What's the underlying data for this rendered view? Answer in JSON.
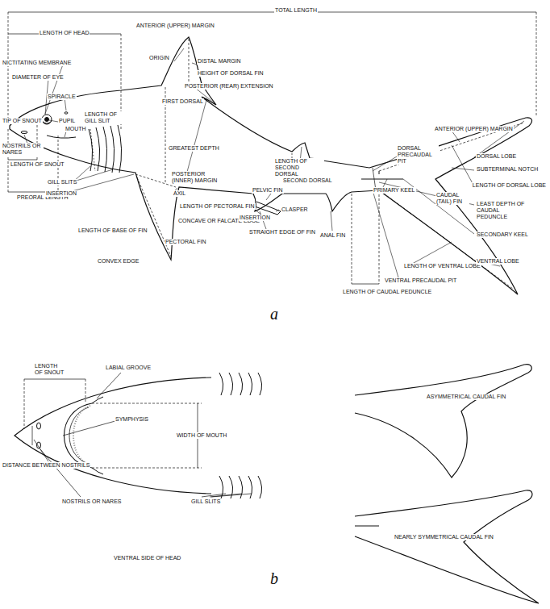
{
  "diagram": {
    "labels": [
      "TOTAL LENGTH",
      "LENGTH OF HEAD",
      "ANTERIOR (UPPER) MARGIN",
      "DISTAL MARGIN",
      "HEIGHT OF DORSAL FIN",
      "ORIGIN",
      "POSTERIOR (REAR) EXTENSION",
      "FIRST DORSAL",
      "NICTITATING MEMBRANE",
      "DIAMETER OF EYE",
      "SPIRACLE",
      "TIP OF SNOUT",
      "PUPIL",
      "MOUTH",
      "NOSTRILS OR NARES",
      "LENGTH OF GILL SLIT",
      "GREATEST DEPTH",
      "POSTERIOR (INNER) MARGIN",
      "LENGTH OF SNOUT",
      "PREORAL LENGTH",
      "GILL SLITS",
      "INSERTION",
      "AXIL",
      "LENGTH OF PECTORAL FIN",
      "CONCAVE OR FALCATE EDGE",
      "LENGTH OF BASE OF FIN",
      "PECTORAL FIN",
      "CONVEX EDGE",
      "LENGTH OF SECOND DORSAL",
      "SECOND DORSAL",
      "PELVIC FIN",
      "INSERTION",
      "CLASPER",
      "STRAIGHT EDGE OF FIN",
      "ANAL FIN",
      "DORSAL PRECAUDAL PIT",
      "PRIMARY KEEL",
      "LENGTH OF VENTRAL LOBE",
      "VENTRAL PRECAUDAL PIT",
      "LENGTH OF CAUDAL PEDUNCLE",
      "ANTERIOR (UPPER) MARGIN",
      "DORSAL LOBE",
      "SUBTERMINAL NOTCH",
      "LENGTH OF DORSAL LOBE",
      "CAUDAL (TAIL) FIN",
      "LEAST DEPTH OF CAUDAL PEDUNCLE",
      "SECONDARY KEEL",
      "VENTRAL LOBE",
      "a",
      "LENGTH OF SNOUT",
      "LABIAL GROOVE",
      "SYMPHYSIS",
      "WIDTH OF MOUTH",
      "DISTANCE BETWEEN NOSTRILS",
      "NOSTRILS OR NARES",
      "GILL SLITS",
      "VENTRAL SIDE OF HEAD",
      "ASYMMETRICAL CAUDAL FIN",
      "NEARLY SYMMETRICAL CAUDAL FIN",
      "b"
    ]
  }
}
